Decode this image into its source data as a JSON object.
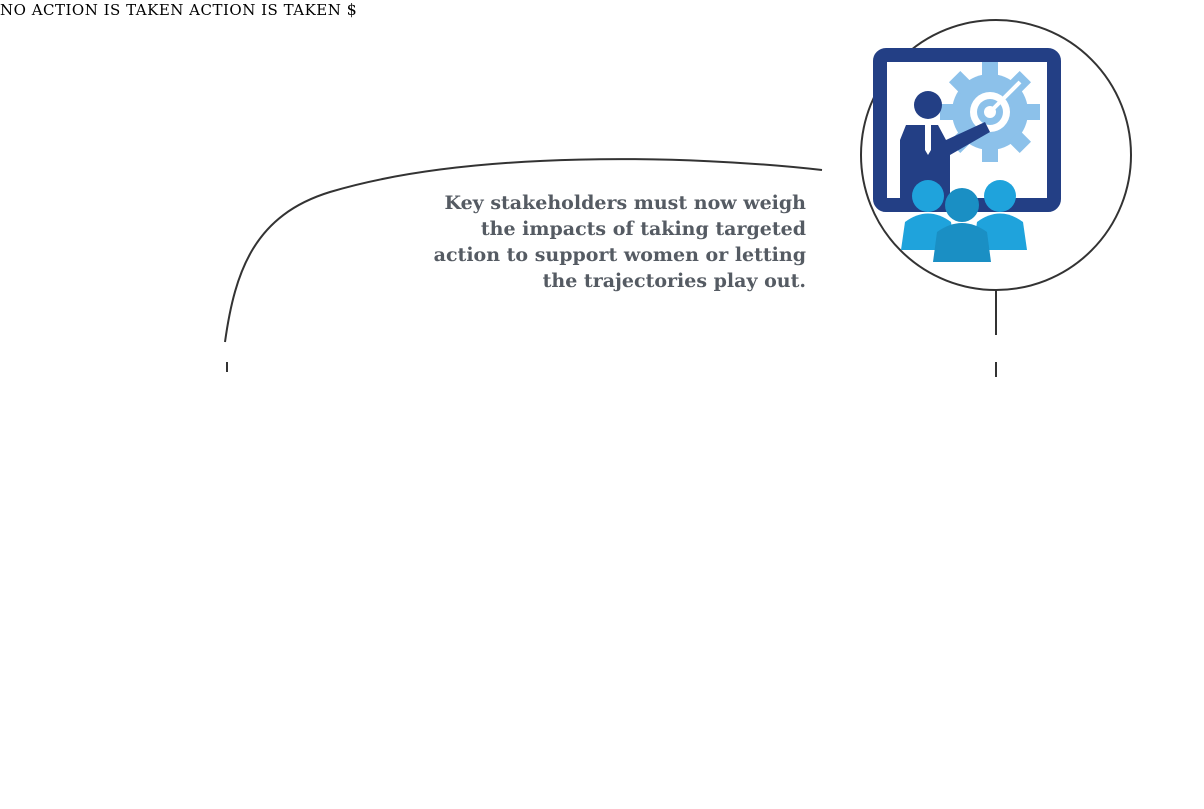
{
  "caption": {
    "line1": "Key stakeholders must now weigh",
    "line2": "the impacts of taking targeted",
    "line3": "action to support women or letting",
    "line4": "the trajectories play out."
  },
  "left_scenario": {
    "label": "NO ACTION IS TAKEN",
    "marker_icon": "cross-icon"
  },
  "right_scenario": {
    "label": "ACTION IS TAKEN",
    "marker_icon": "check-icon"
  },
  "colors": {
    "navy": "#233f85",
    "light_blue": "#8cc1ea",
    "sky_blue": "#1fa3dc",
    "red": "#d8232a",
    "green": "#8cc63f",
    "outline": "#333333",
    "caption_text": "#555b63"
  }
}
